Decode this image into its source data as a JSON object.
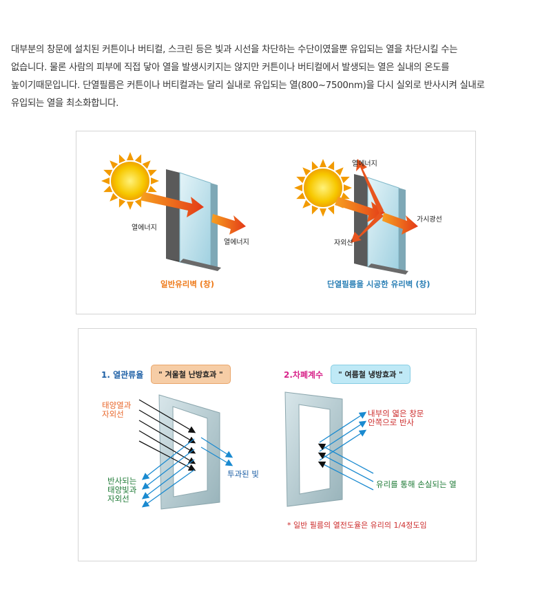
{
  "intro": {
    "lines": [
      "대부분의 창문에 설치된 커튼이나 버티컬, 스크린 등은 빛과 시선을 차단하는 수단이였을뿐 유입되는 열을 차단시킬 수는",
      "없습니다.  물론 사람의 피부에 직접 닿아 열을 발생시키지는 않지만 커튼이나 버티컬에서 발생되는 열은 실내의 온도를",
      "높이기때문입니다. 단열필름은 커튼이나 버티컬과는 달리 실내로 유입되는 열(800~7500nm)을 다시 실외로 반사시켜 실내로",
      "유입되는 열을 최소화합니다."
    ]
  },
  "diagram1": {
    "left": {
      "label_in": "열에너지",
      "label_out": "열에너지",
      "caption": "일반유리벽 (창)"
    },
    "right": {
      "label_top": "열에너지",
      "label_visible": "가시광선",
      "label_uv": "자외선",
      "caption": "단열필름을 시공한 유리벽 (창)"
    }
  },
  "diagram2": {
    "left": {
      "heading": "1. 열관류율",
      "pill": "\" 겨울철 난방효과 \"",
      "incoming": [
        "태양열과",
        "자외선"
      ],
      "reflected": [
        "반사되는",
        "태양빛과",
        "자외선"
      ],
      "through": "투과된 빛"
    },
    "right": {
      "heading": "2.차폐계수",
      "pill": "\" 여름철 냉방효과 \"",
      "reflected": [
        "내부의 엷은 창문",
        "안쪽으로 반사"
      ],
      "lost": "유리를 통해 손실되는 열",
      "footnote": "* 일반 필름의 열전도율은 유리의 1/4정도임"
    }
  },
  "colors": {
    "sun": "#f5c400",
    "sun_rays": "#f29a00",
    "heat_arrow": "#e8401c",
    "frame_dark": "#555555",
    "glass": "#bfe3ee",
    "ray_blue": "#1a8ad0",
    "ray_black": "#111111"
  }
}
